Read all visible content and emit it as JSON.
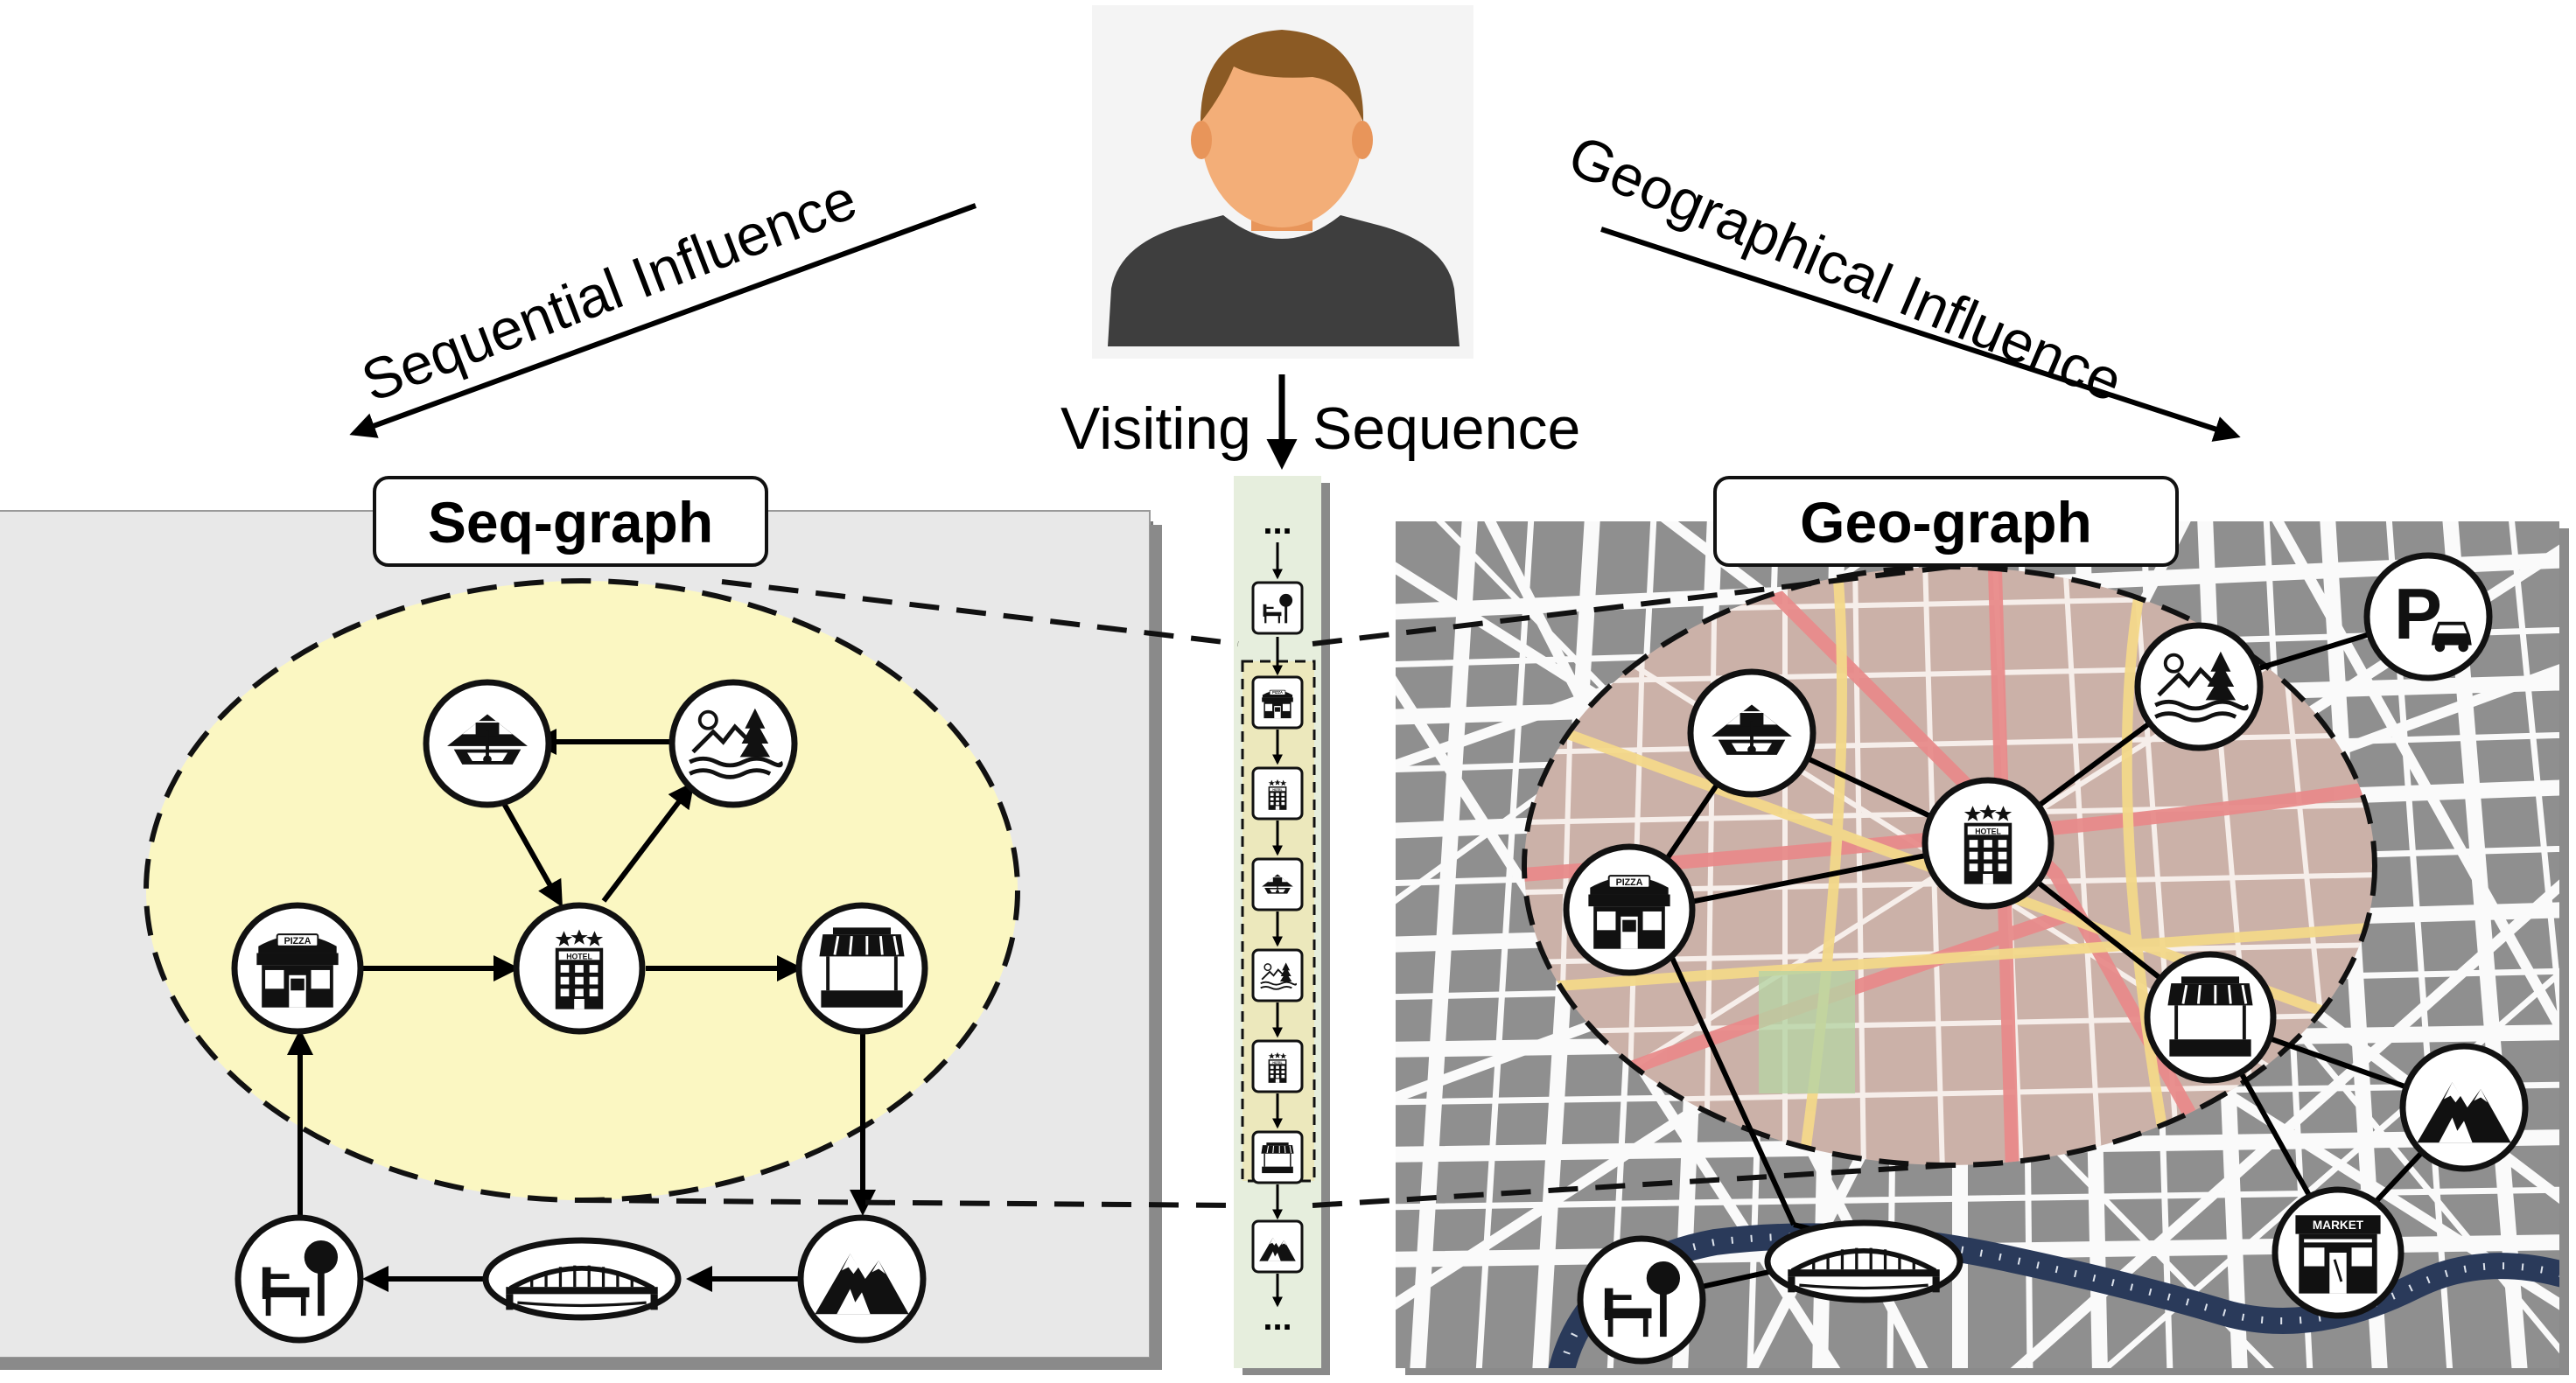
{
  "labels": {
    "sequential_influence": "Sequential Influence",
    "geographical_influence": "Geographical Influence",
    "visiting": "Visiting",
    "sequence": "Sequence",
    "seq_graph": "Seq-graph",
    "geo_graph": "Geo-graph",
    "ellipsis": "...",
    "pizza": "PIZZA",
    "hotel": "HOTEL",
    "market": "MARKET"
  },
  "colors": {
    "seq_panel": "#e8e8e8",
    "seq_ellipse": "#fbf7c2",
    "sequence_strip": "#e6eedd",
    "geo_ellipse": "#cbb1a8",
    "map_roads": "#ffffff",
    "river": "#2a3a5a",
    "road_red": "#e88b8b",
    "road_yellow": "#f3d88a",
    "skin": "#f0a870",
    "hair": "#8a5a22",
    "shirt": "#3a3a3a"
  },
  "icons": {
    "seq_graph_nodes": [
      "observatory-icon",
      "landscape-icon",
      "hotel-icon",
      "pizza-restaurant-icon",
      "market-stall-icon",
      "mountain-icon",
      "bridge-icon",
      "park-bench-icon"
    ],
    "geo_graph_nodes": [
      "observatory-icon",
      "landscape-icon",
      "parking-icon",
      "hotel-icon",
      "pizza-restaurant-icon",
      "market-stall-icon",
      "mountain-icon",
      "market-icon",
      "bridge-icon",
      "park-bench-icon"
    ],
    "visiting_sequence": [
      "park-bench-icon",
      "pizza-restaurant-icon",
      "hotel-icon",
      "observatory-icon",
      "landscape-icon",
      "hotel-icon",
      "market-stall-icon",
      "mountain-icon"
    ]
  }
}
